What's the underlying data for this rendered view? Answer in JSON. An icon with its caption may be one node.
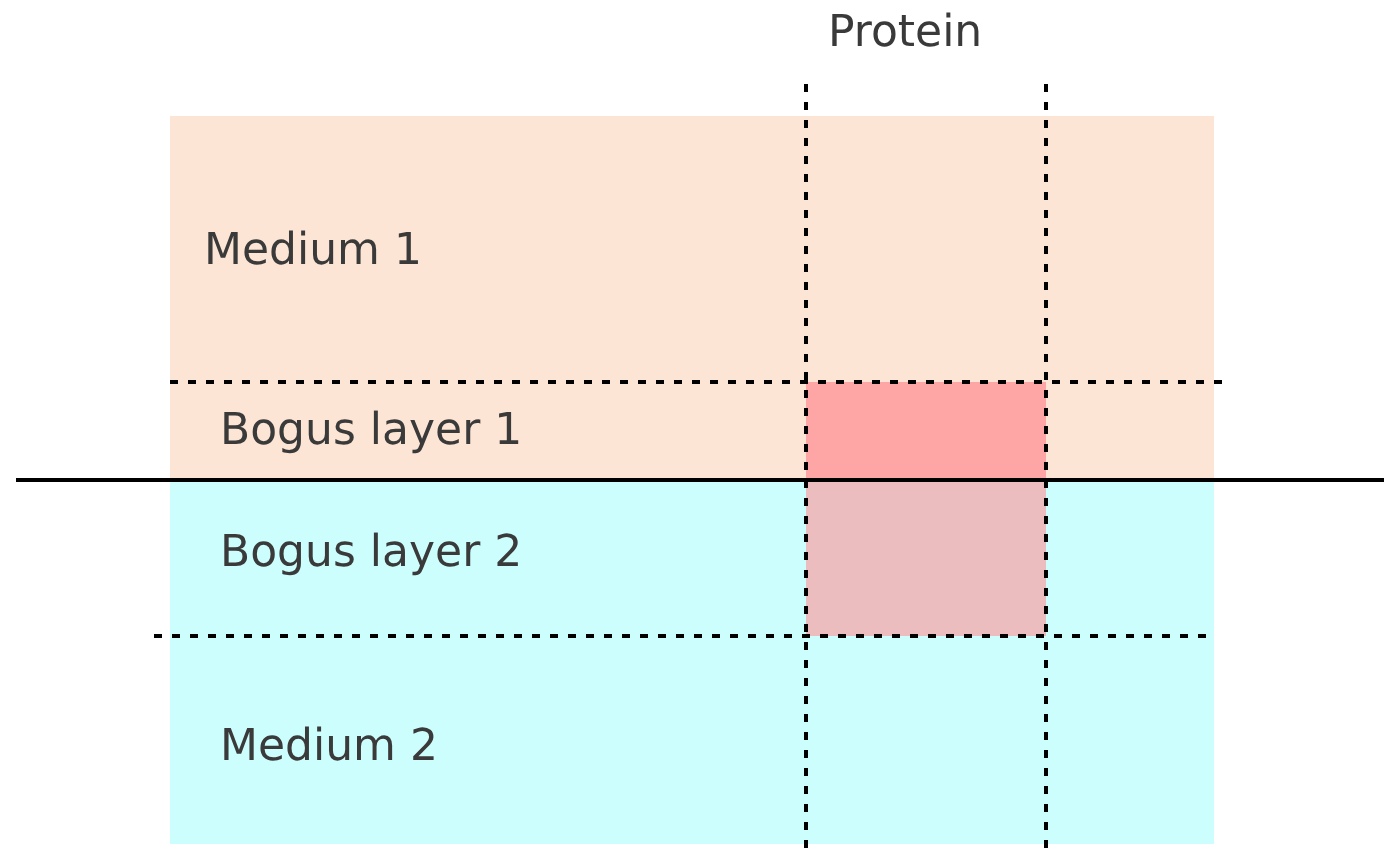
{
  "diagram": {
    "nodes": [
      {
        "text": [
          "Medium 1"
        ]
      },
      {
        "text": [
          "Bogus layer 1"
        ]
      },
      {
        "text": [],
        "shape": "box",
        "in": 1
      },
      {
        "text": [
          "Bogus layer 2"
        ]
      },
      {
        "text": [],
        "shape": "box",
        "in": 3
      },
      {
        "text": [
          "Medium 2"
        ]
      }
    ],
    "labels": [
      "Protein"
    ]
  }
}
